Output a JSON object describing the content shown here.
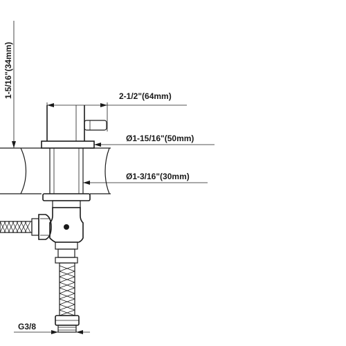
{
  "dimensions": {
    "height": "1-5/16\"(34mm)",
    "handle_length": "2-1/2\"(64mm)",
    "base_diameter": "Ø1-15/16\"(50mm)",
    "shank_diameter": "Ø1-3/16\"(30mm)",
    "inlet_thread": "G3/8"
  },
  "colors": {
    "line": "#1a1a1a",
    "background": "#ffffff"
  }
}
